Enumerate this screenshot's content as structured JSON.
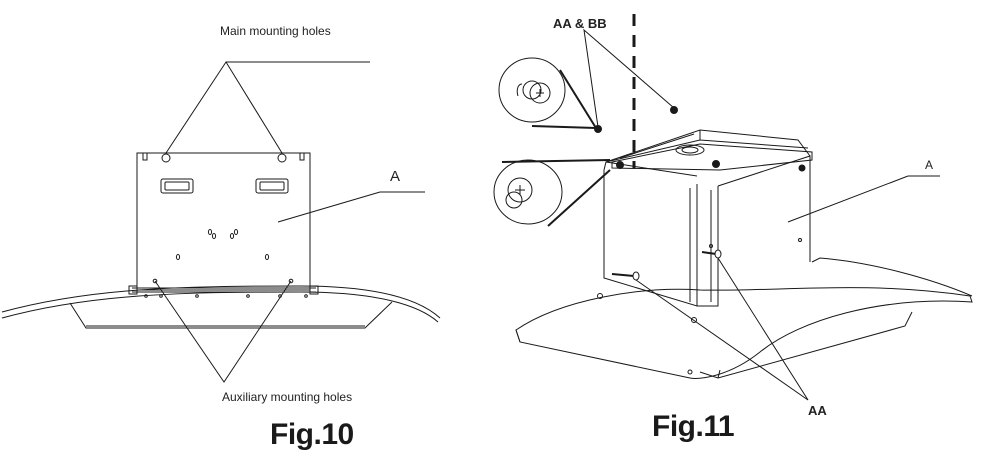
{
  "fig10": {
    "caption": "Fig.10",
    "label_main_holes": "Main mounting holes",
    "label_aux_holes": "Auxiliary mounting holes",
    "label_part": "A"
  },
  "fig11": {
    "caption": "Fig.11",
    "label_screws_top": "AA & BB",
    "label_part": "A",
    "label_screws_bottom": "AA"
  }
}
